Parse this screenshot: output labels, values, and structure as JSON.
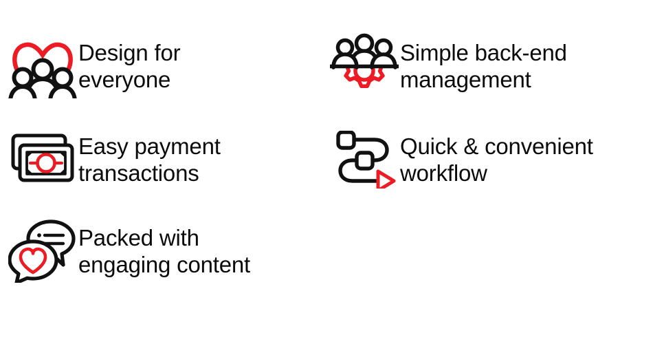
{
  "theme": {
    "background": "#ffffff",
    "text_color": "#0b0b0b",
    "accent_red": "#ED1B24",
    "icon_stroke": "#111111"
  },
  "features": [
    {
      "id": "design-for-everyone",
      "icon": "heart-people-icon",
      "label": "Design for\neveryone"
    },
    {
      "id": "simple-back-end-management",
      "icon": "people-gear-icon",
      "label": "Simple back-end\nmanagement"
    },
    {
      "id": "easy-payment-transactions",
      "icon": "banknotes-icon",
      "label": "Easy payment\ntransactions"
    },
    {
      "id": "quick-convenient-workflow",
      "icon": "workflow-arrow-icon",
      "label": "Quick & convenient\nworkflow"
    },
    {
      "id": "packed-with-engaging-content",
      "icon": "chat-bubbles-heart-icon",
      "label": "Packed with\nengaging content"
    }
  ]
}
